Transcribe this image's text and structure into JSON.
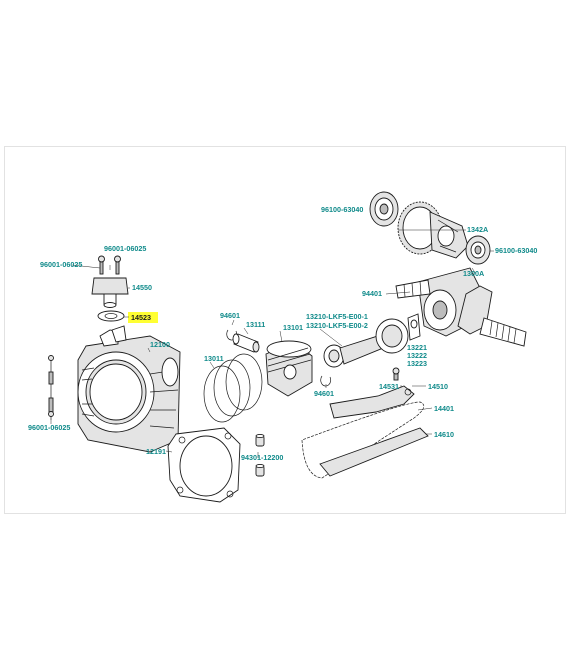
{
  "labels": {
    "p96100_63040_a": "96100-63040",
    "p1342A": "1342A",
    "p96100_63040_b": "96100-63040",
    "p1300A": "1300A",
    "p94401": "94401",
    "p96001_06025_top": "96001-06025",
    "p96001_06025_left": "96001-06025",
    "p14550": "14550",
    "p14523": "14523",
    "p94601_a": "94601",
    "p13111": "13111",
    "p13101": "13101",
    "p13210_e00_1": "13210-LKF5-E00-1",
    "p13210_e00_2": "13210-LKF5-E00-2",
    "p13221": "13221",
    "p13222": "13222",
    "p13223": "13223",
    "p12100": "12100",
    "p13011": "13011",
    "p94601_b": "94601",
    "p14531": "14531",
    "p14510": "14510",
    "p14401": "14401",
    "p14610": "14610",
    "p96001_06025_bottom": "96001-06025",
    "p12191": "12191",
    "p94301_12200": "94301-12200"
  },
  "highlight": {
    "part": "14523",
    "color": "#ffff33"
  },
  "colors": {
    "label": "#0f8a8a",
    "line": "#1c1c1c",
    "frame": "#e2e2e2"
  }
}
